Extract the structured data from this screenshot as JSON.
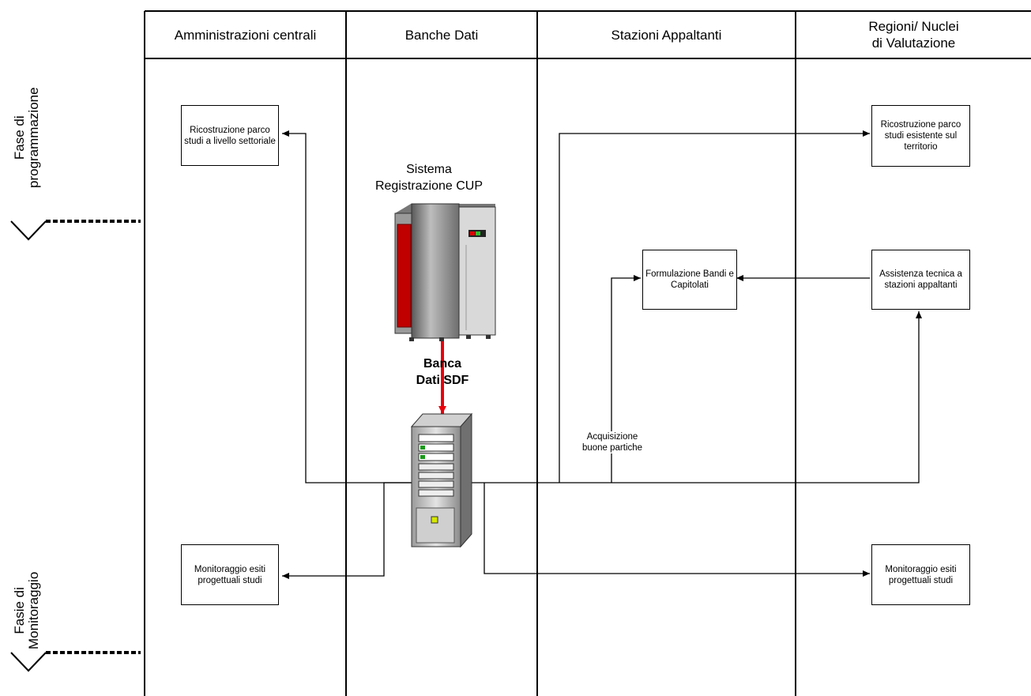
{
  "lanes": {
    "amministrazioni": "Amministrazioni centrali",
    "banche": "Banche Dati",
    "stazioni": "Stazioni Appaltanti",
    "regioni_line1": "Regioni/ Nuclei",
    "regioni_line2": "di Valutazione"
  },
  "phases": {
    "programmazione_line1": "Fase di",
    "programmazione_line2": "programmazione",
    "monitoraggio_line1": "Fasie di",
    "monitoraggio_line2": "Monitoraggio"
  },
  "nodes": {
    "ricostruzione_settoriale": "Ricostruzione parco studi a livello settoriale",
    "ricostruzione_territorio": "Ricostruzione parco studi esistente sul territorio",
    "formulazione": "Formulazione Bandi e Capitolati",
    "assistenza": "Assistenza tecnica a stazioni appaltanti",
    "monitoraggio_left": "Monitoraggio esiti progettuali studi",
    "monitoraggio_right": "Monitoraggio esiti progettuali studi"
  },
  "labels": {
    "sistema_line1": "Sistema",
    "sistema_line2": "Registrazione CUP",
    "banca_line1": "Banca",
    "banca_line2": "Dati SDF",
    "acquisizione_line1": "Acquisizione",
    "acquisizione_line2": "buone partiche"
  },
  "colors": {
    "arrow_red": "#e8000a",
    "mainframe_red": "#c00000",
    "lines": "#000000"
  },
  "icons": {
    "mainframe": "mainframe-server-icon",
    "server": "tower-server-icon"
  }
}
